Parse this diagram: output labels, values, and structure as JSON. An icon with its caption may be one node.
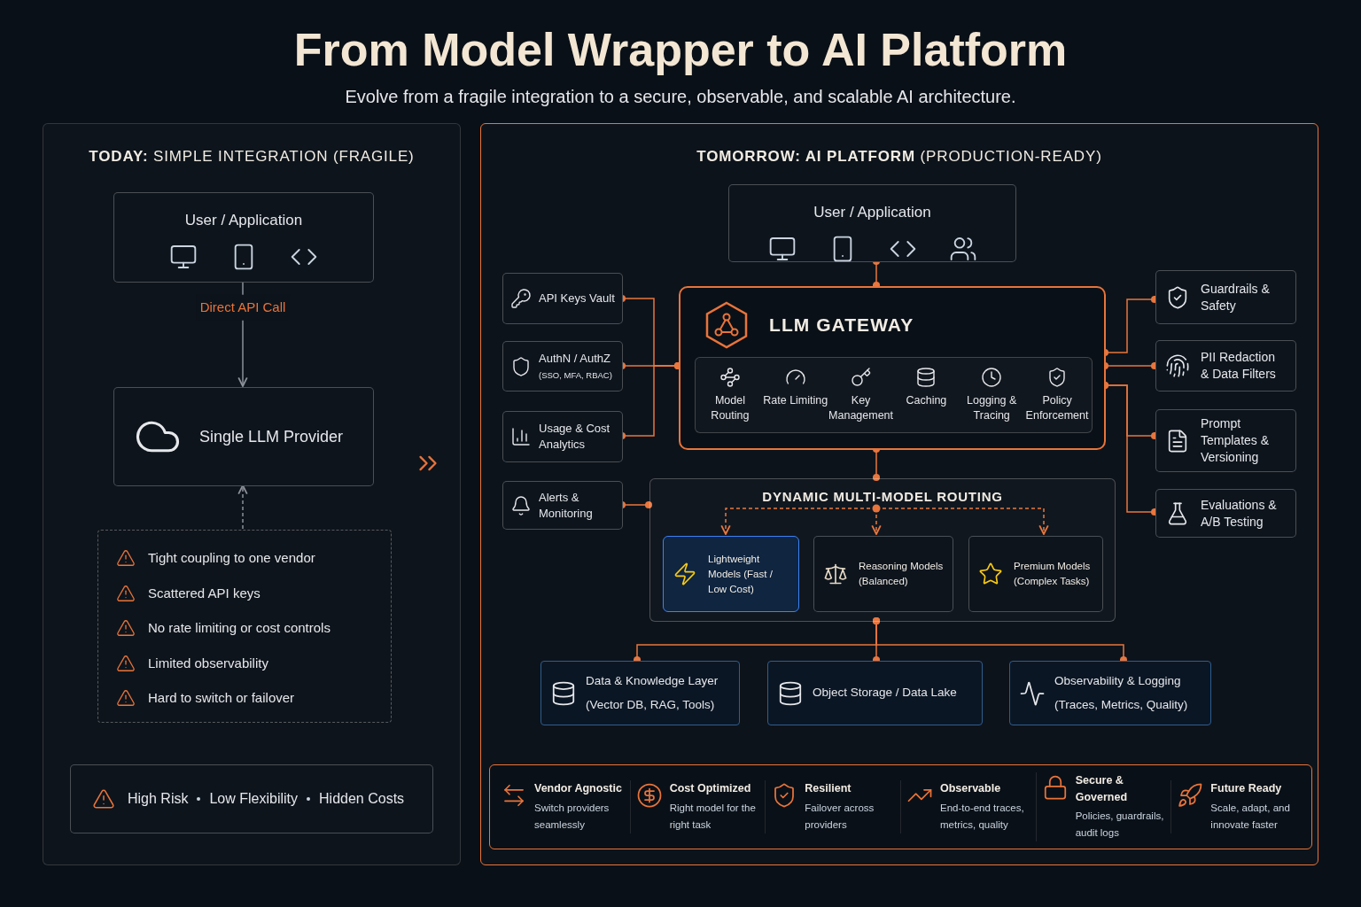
{
  "diagram": {
    "title": "From Model Wrapper to AI Platform",
    "nodes": [
      {
        "text": [
          "**TODAY:** SIMPLE INTEGRATION (FRAGILE)"
        ]
      },
      {
        "text": [
          "User / Application"
        ],
        "in": 0
      },
      {
        "text": [
          "Single LLM Provider"
        ],
        "in": 0
      },
      {
        "text": [
          "Tight coupling to one vendor",
          "Scattered API keys",
          "No rate limiting or cost controls",
          "Limited observability",
          "Hard to switch or failover"
        ],
        "in": 0
      },
      {
        "text": [
          "High Risk",
          "Low Flexibility",
          "Hidden Costs"
        ],
        "in": 0
      },
      {
        "text": [
          "**TOMORROW: AI PLATFORM** (PRODUCTION-READY)"
        ]
      },
      {
        "text": [
          "User / Application"
        ],
        "in": 5
      },
      {
        "text": [
          "API Keys Vault"
        ],
        "in": 5
      },
      {
        "text": [
          "AuthN / AuthZ",
          "(SSO, MFA, RBAC)"
        ],
        "in": 5
      },
      {
        "text": [
          "Usage & Cost Analytics"
        ],
        "in": 5
      },
      {
        "text": [
          "Alerts & Monitoring"
        ],
        "in": 5
      },
      {
        "text": [
          "LLM GATEWAY"
        ],
        "in": 5
      },
      {
        "text": [
          "Model Routing",
          "Rate Limiting",
          "Key Management",
          "Caching",
          "Logging & Tracing",
          "Policy Enforcement"
        ],
        "in": 11
      },
      {
        "text": [
          "Guardrails & Safety"
        ],
        "in": 5
      },
      {
        "text": [
          "PII Redaction & Data Filters"
        ],
        "in": 5
      },
      {
        "text": [
          "Prompt Templates & Versioning"
        ],
        "in": 5
      },
      {
        "text": [
          "Evaluations & A/B Testing"
        ],
        "in": 5
      },
      {
        "text": [
          "DYNAMIC MULTI-MODEL ROUTING"
        ],
        "in": 5
      },
      {
        "text": [
          "Lightweight Models (Fast / Low Cost)"
        ],
        "in": 17
      },
      {
        "text": [
          "Reasoning Models (Balanced)"
        ],
        "in": 17
      },
      {
        "text": [
          "Premium Models (Complex Tasks)"
        ],
        "in": 17
      },
      {
        "text": [
          "Data & Knowledge Layer",
          "(Vector DB, RAG, Tools)"
        ],
        "in": 5
      },
      {
        "text": [
          "Object Storage / Data Lake"
        ],
        "in": 5
      },
      {
        "text": [
          "Observability & Logging",
          "(Traces, Metrics, Quality)"
        ],
        "in": 5
      },
      {
        "text": [
          "Vendor Agnostic",
          "Switch providers seamlessly",
          "Cost Optimized",
          "Right model for the right task",
          "Resilient",
          "Failover across providers",
          "Observable",
          "End-to-end traces, metrics, quality",
          "Secure & Governed",
          "Policies, guardrails, audit logs",
          "Future Ready",
          "Scale, adapt, and innovate faster"
        ],
        "in": 5
      }
    ],
    "edges": [
      {
        "from": 1,
        "to": 2,
        "arrow": "to",
        "label": "Direct API Call",
        "color": "#8a8f98"
      },
      {
        "from": 3,
        "to": 2,
        "arrow": "to",
        "style": "dashed",
        "color": "#8a8f98"
      },
      {
        "from": 6,
        "to": 11,
        "arrow": "other"
      },
      {
        "from": 7,
        "to": 11,
        "arrow": "other"
      },
      {
        "from": 8,
        "to": 11,
        "arrow": "other"
      },
      {
        "from": 9,
        "to": 11,
        "arrow": "other"
      },
      {
        "from": 10,
        "to": 17,
        "arrow": "other"
      },
      {
        "from": 11,
        "to": 13,
        "arrow": "other"
      },
      {
        "from": 11,
        "to": 14,
        "arrow": "other"
      },
      {
        "from": 11,
        "to": 15,
        "arrow": "other"
      },
      {
        "from": 11,
        "to": 16,
        "arrow": "other"
      },
      {
        "from": 11,
        "to": 17,
        "arrow": "other"
      },
      {
        "from": null,
        "to": 18,
        "arrow": "to",
        "style": "dashed"
      },
      {
        "from": null,
        "to": 19,
        "arrow": "to",
        "style": "dashed"
      },
      {
        "from": null,
        "to": 20,
        "arrow": "to",
        "style": "dashed"
      },
      {
        "from": 17,
        "to": 21,
        "arrow": "other"
      },
      {
        "from": 17,
        "to": 22,
        "arrow": "other"
      },
      {
        "from": 17,
        "to": 23,
        "arrow": "other"
      }
    ],
    "labels": [
      "Evolve from a fragile integration to a secure, observable, and scalable AI architecture."
    ]
  }
}
